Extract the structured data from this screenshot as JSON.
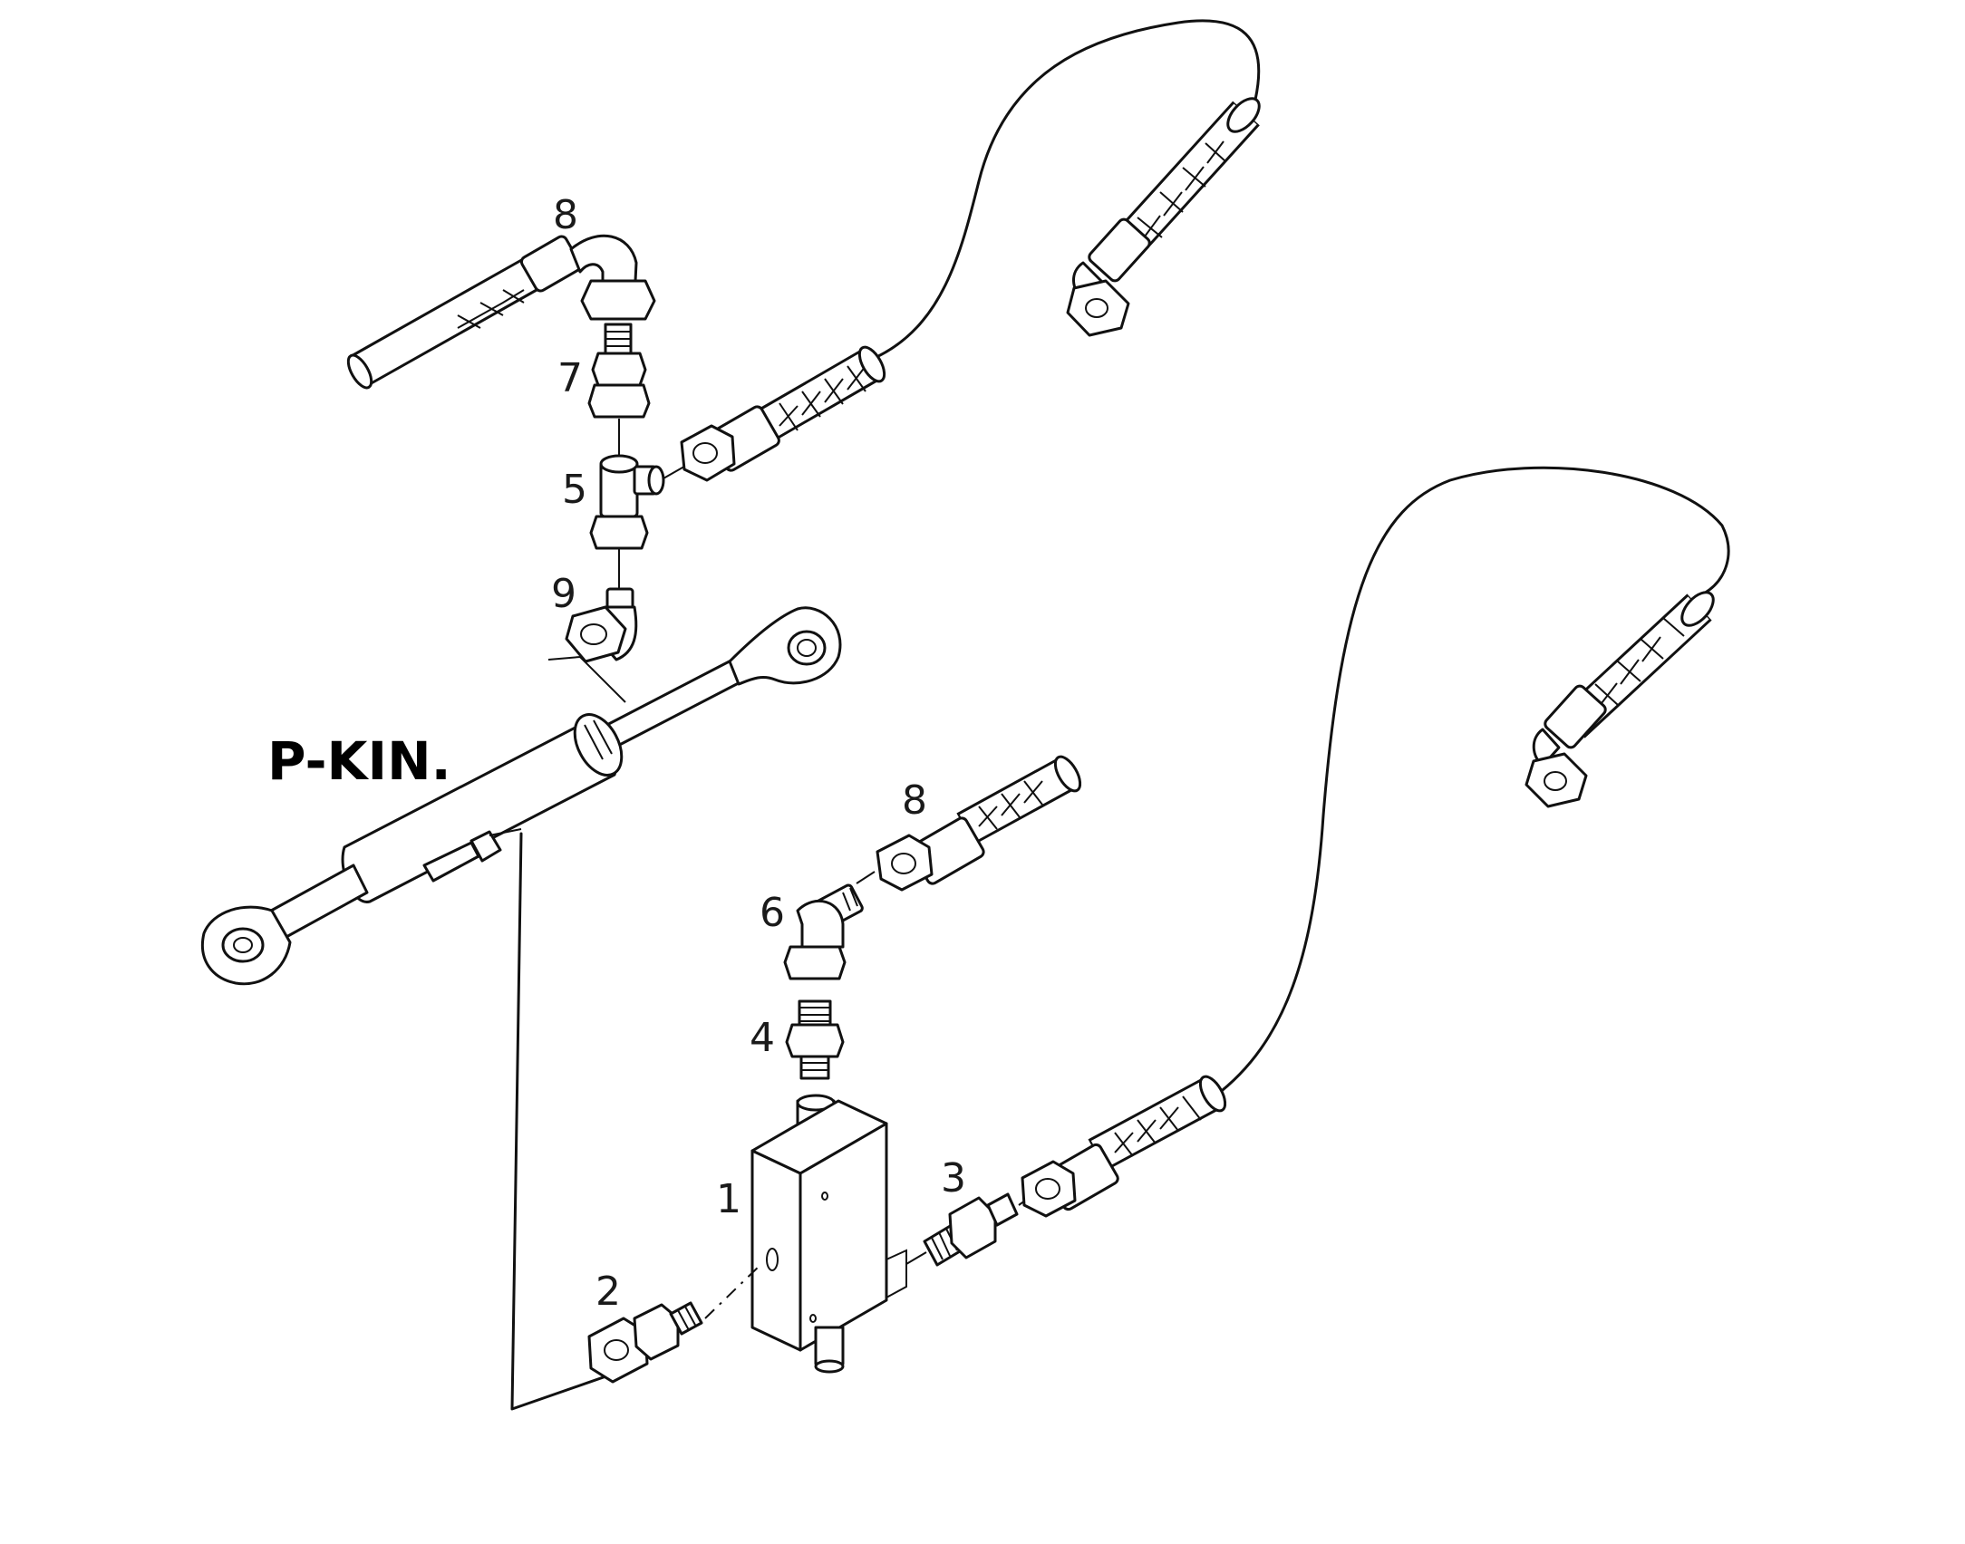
{
  "diagram": {
    "title": "P-KIN.",
    "callouts": [
      {
        "id": "c8a",
        "text": "8"
      },
      {
        "id": "c7",
        "text": "7"
      },
      {
        "id": "c5",
        "text": "5"
      },
      {
        "id": "c9",
        "text": "9"
      },
      {
        "id": "c8b",
        "text": "8"
      },
      {
        "id": "c6",
        "text": "6"
      },
      {
        "id": "c4",
        "text": "4"
      },
      {
        "id": "c1",
        "text": "1"
      },
      {
        "id": "c3",
        "text": "3"
      },
      {
        "id": "c2",
        "text": "2"
      }
    ]
  }
}
